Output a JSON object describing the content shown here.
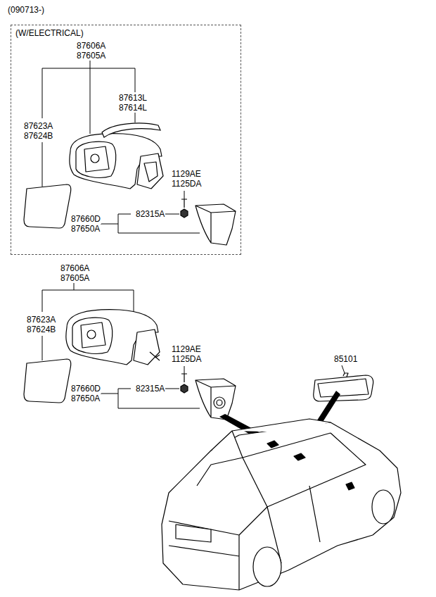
{
  "diagram": {
    "title": "(090713-)",
    "nodes": [
      {
        "text": [
          "(W/ELECTRICAL)"
        ]
      }
    ],
    "labels": [
      "87606A",
      "87605A",
      "87613L",
      "87614L",
      "87623A",
      "87624B",
      "1129AE",
      "1125DA",
      "82315A",
      "87660D",
      "87650A",
      "87606A",
      "87605A",
      "87623A",
      "87624B",
      "1129AE",
      "1125DA",
      "82315A",
      "87660D",
      "87650A",
      "85101"
    ]
  }
}
